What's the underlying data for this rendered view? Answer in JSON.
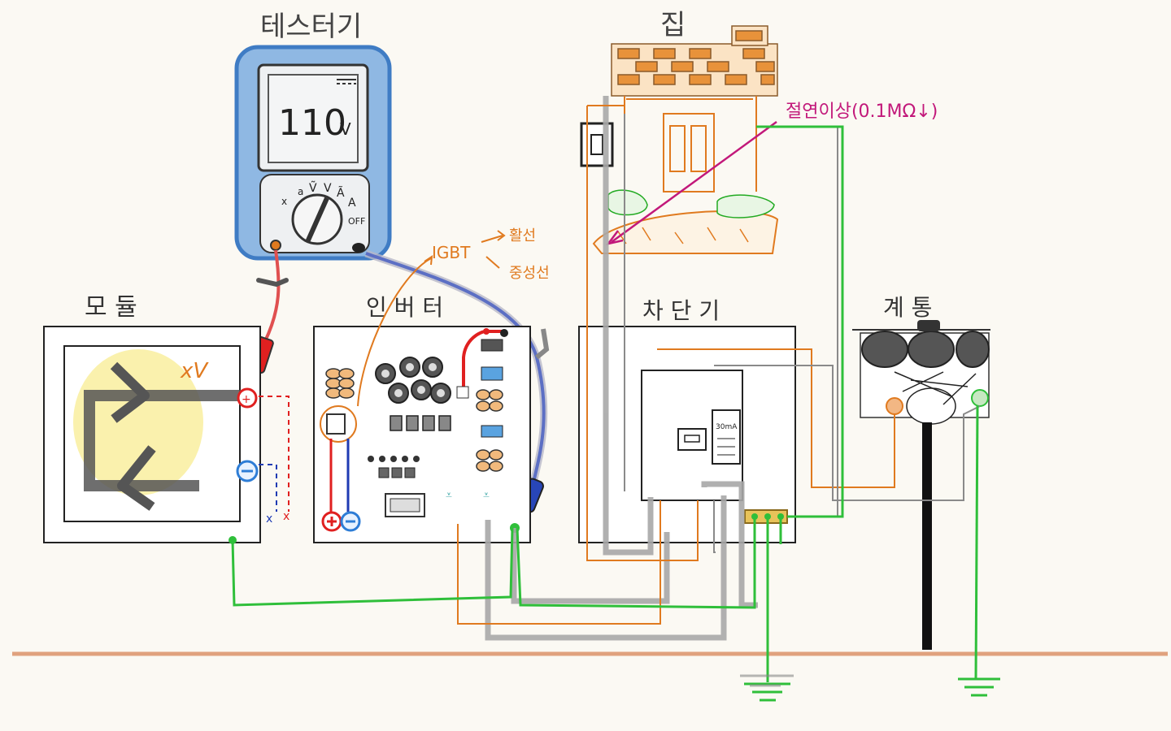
{
  "labels": {
    "tester": "테스터기",
    "house": "집",
    "insulation": "절연이상(0.1MΩ↓)",
    "module": "모   듈",
    "inverter": "인 버 터",
    "breaker": "차 단 기",
    "grid": "계   통",
    "igbt": "IGBT",
    "igbt_branch_top": "활선",
    "igbt_branch_bottom": "중성선",
    "module_voltage": "xV",
    "plus_sign": "⊕",
    "minus_sign": "⊖",
    "x_mark": "x",
    "breaker_panel_text": "30mA",
    "tester_display_value": "110",
    "tester_display_unit": "V",
    "tester_off": "OFF"
  },
  "colors": {
    "ink": "#222222",
    "tester_body": "#8fb8e3",
    "tester_frame": "#3f7cc4",
    "orange": "#e07a1f",
    "green": "#2fbf3a",
    "magenta": "#c2187a",
    "gray_wire": "#a8a8a8",
    "blue_wire": "#5c6fc4",
    "red": "#e02020",
    "ground_line": "#e0a27e",
    "yellow_glow": "#f5e66a"
  }
}
